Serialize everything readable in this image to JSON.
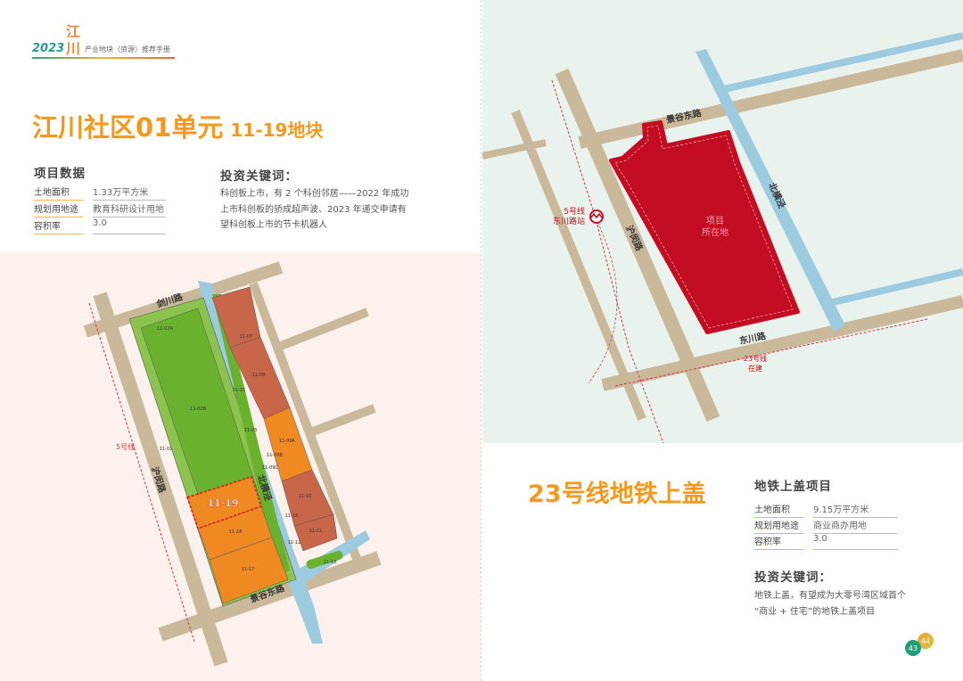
{
  "header": {
    "logo_year": "2023",
    "logo_char": "江川",
    "logo_text": "产业地块（资源）推荐手册"
  },
  "left": {
    "title": "江川社区01单元",
    "title_sub": "11-19地块",
    "data_heading": "项目数据",
    "rows": [
      {
        "label": "土地面积",
        "value": "1.33万平方米"
      },
      {
        "label": "规划用地途",
        "value": "教育科研设计用地"
      },
      {
        "label": "容积率",
        "value": "3.0"
      }
    ],
    "keywords_heading": "投资关键词：",
    "keywords_lines": [
      "科创板上市，有 2 个科创邻居——2022 年成功",
      "上市科创板的骄成超声波、2023 年递交申请有",
      "望科创板上市的节卡机器人"
    ],
    "map": {
      "roads": {
        "jianchuan": "剑川路",
        "humin": "沪闵路",
        "jinggu": "景谷东路",
        "river": "北横泾"
      },
      "metro": "5号线",
      "highlight": "11-19",
      "parcels": [
        "11-02A",
        "11-02B",
        "11-01",
        "11-07",
        "11-09",
        "11-15",
        "11-03",
        "11-09A",
        "11-09B",
        "11-09C",
        "11-10",
        "11-16",
        "11-11",
        "11-12",
        "11-13",
        "11-18",
        "11-17"
      ]
    }
  },
  "right": {
    "map": {
      "roads": {
        "jinggu": "景谷东路",
        "humin": "沪闵路",
        "dongchuan": "东川路",
        "river": "北横泾"
      },
      "station_line": "5号线",
      "station_name": "东川路站",
      "project_l1": "项目",
      "project_l2": "所在地",
      "line23_l1": "23号线",
      "line23_l2": "在建"
    },
    "title": "23号线地铁上盖",
    "data_heading": "地铁上盖项目",
    "rows": [
      {
        "label": "土地面积",
        "value": "9.15万平方米"
      },
      {
        "label": "规划用地途",
        "value": "商业商办用地"
      },
      {
        "label": "容积率",
        "value": "3.0"
      }
    ],
    "keywords_heading": "投资关键词：",
    "keywords_lines": [
      "地铁上盖，有望成为大零号湾区域首个",
      "“商业 + 住宅”的地铁上盖项目"
    ]
  },
  "pages": {
    "left": "43",
    "right": "44"
  },
  "colors": {
    "accent": "#f39a1e",
    "project": "#c30d23",
    "green": "#6ab22e",
    "brown": "#c8664a",
    "orange": "#ef8a22",
    "road": "#c9b99a",
    "river": "#9ccbe0"
  }
}
